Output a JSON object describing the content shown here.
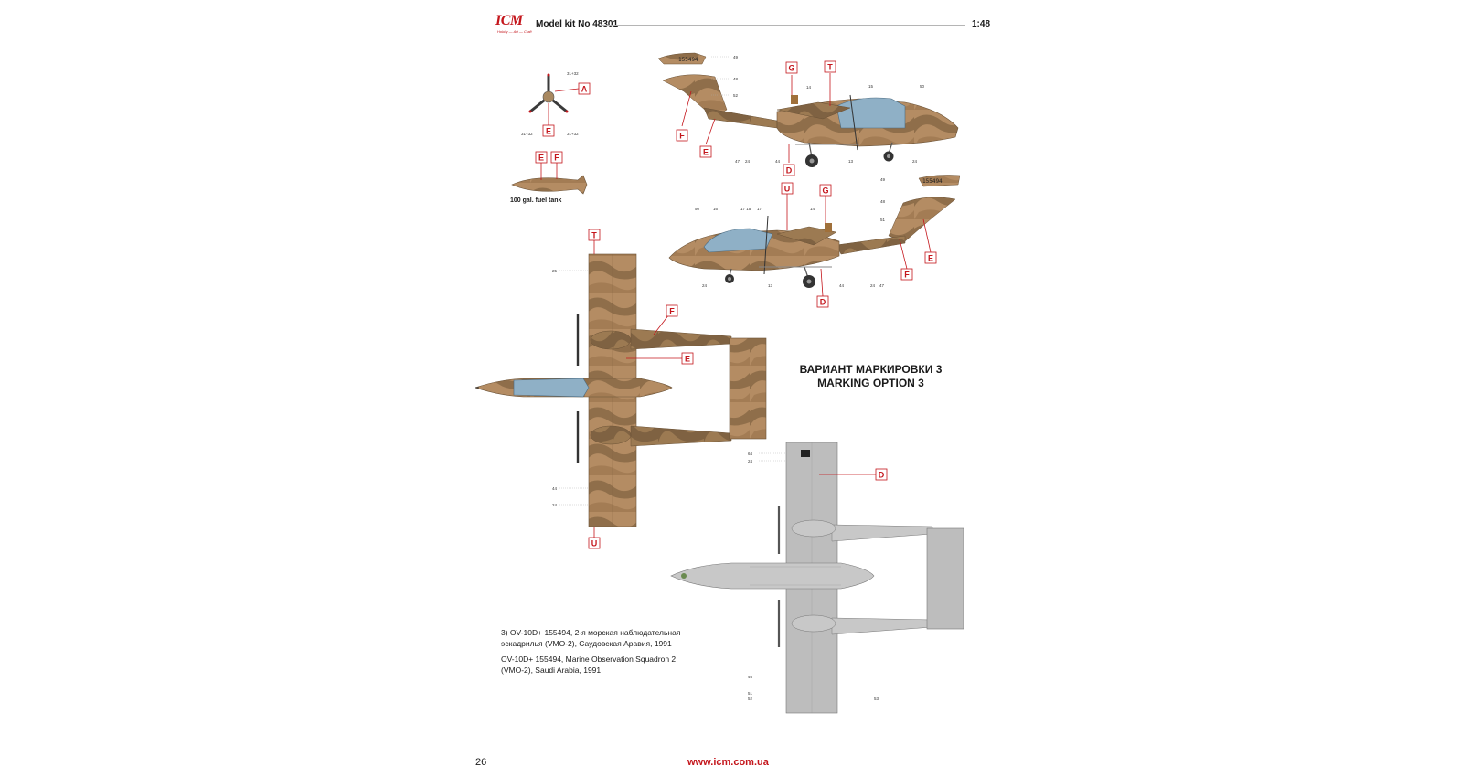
{
  "header": {
    "logo": "ICM",
    "logo_sub": "Hobby — Art — Craft",
    "kit": "Model kit No 48301",
    "scale": "1:48"
  },
  "option_title": {
    "ru": "ВАРИАНТ МАРКИРОВКИ 3",
    "en": "MARKING OPTION 3"
  },
  "captions": {
    "ru": "3) OV-10D+ 155494, 2-я морская наблюдательная эскадрилья (VMO-2), Саудовская Аравия, 1991",
    "en": "OV-10D+ 155494, Marine Observation Squadron 2 (VMO-2), Saudi Arabia, 1991"
  },
  "fuel_tank_label": "100 gal. fuel tank",
  "serial": "155494",
  "footer": {
    "page_number": "26",
    "url": "www.icm.com.ua"
  },
  "callouts": {
    "prop": [
      "A",
      "E"
    ],
    "tank": [
      "E",
      "F"
    ],
    "side_top": [
      "G",
      "T",
      "F",
      "E",
      "D"
    ],
    "side_bottom": [
      "U",
      "G",
      "E",
      "F",
      "D"
    ],
    "top_view": [
      "T",
      "F",
      "E",
      "U"
    ],
    "bottom_view": [
      "D"
    ]
  },
  "decal_numbers": {
    "prop_top": "31+32",
    "prop_left": "31+32",
    "prop_right": "31+32",
    "side1": [
      "49",
      "48",
      "52",
      "14",
      "15",
      "50",
      "47",
      "24",
      "44",
      "13",
      "24"
    ],
    "side2": [
      "50",
      "16",
      "17 15",
      "17",
      "14",
      "49",
      "48",
      "51",
      "24",
      "13",
      "44",
      "24",
      "47"
    ],
    "top": [
      "25",
      "44",
      "24"
    ],
    "bottom": [
      "64",
      "24",
      "46",
      "51",
      "52",
      "53"
    ]
  },
  "colors": {
    "accent": "#c4161c",
    "desert_tan": "#b48c63",
    "desert_brown": "#8f6e4a",
    "canopy_blue": "#8fb0c6",
    "light_gray": "#bdbdbd"
  }
}
